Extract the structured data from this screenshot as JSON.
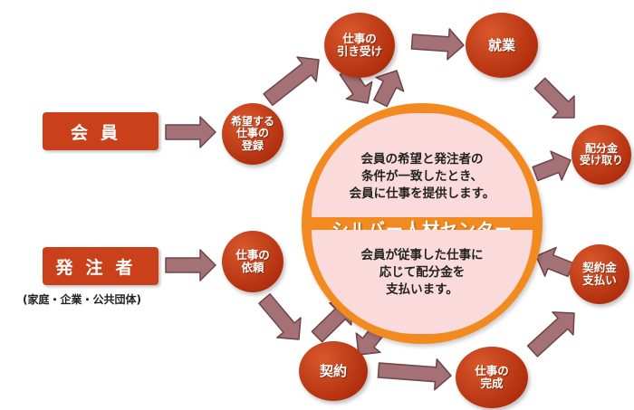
{
  "center": {
    "title": "シルバー人材センター",
    "top_text": "会員の希望と発注者の\n条件が一致したとき、\n会員に仕事を提供します。",
    "bottom_text": "会員が従事した仕事に\n応じて配分金を\n支払います。"
  },
  "boxes": {
    "member": "会員",
    "orderer": "発注者",
    "orderer_note": "(家庭・企業・公共団体)"
  },
  "nodes": {
    "register": "希望する\n仕事の\n登録",
    "accept": "仕事の\n引き受け",
    "work": "就業",
    "receive": "配分金\n受け取り",
    "payment": "契約金\n支払い",
    "complete": "仕事の\n完成",
    "contract": "契約",
    "request": "仕事の\n依頼"
  },
  "colors": {
    "node_fill": "#c0381a",
    "center_ring": "#f28a1f",
    "center_panel": "#fadada",
    "arrow_fill": "#a47276",
    "arrow_stroke": "#6e4448"
  }
}
